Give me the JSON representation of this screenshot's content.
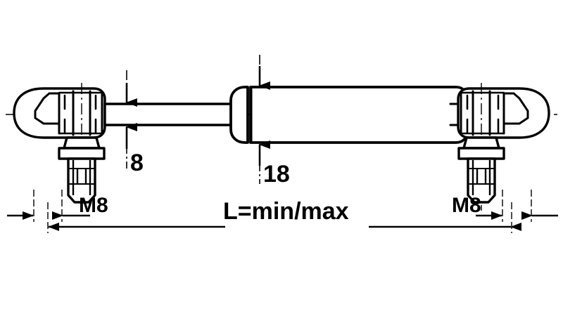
{
  "drawing": {
    "title": "Gas spring dimensional drawing",
    "background_color": "#ffffff",
    "line_color": "#000000",
    "dimensions": {
      "rod_diameter": {
        "label": "8",
        "name": "piston-rod-diameter",
        "unit_implied": "mm"
      },
      "cylinder_diameter": {
        "label": "18",
        "name": "cylinder-tube-diameter",
        "unit_implied": "mm"
      },
      "thread_left": {
        "label": "M8",
        "name": "left-stud-thread"
      },
      "thread_right": {
        "label": "M8",
        "name": "right-stud-thread"
      },
      "overall_length": {
        "label": "L=min/max",
        "name": "overall-length-dimension"
      }
    },
    "parts": {
      "left_ball_joint": "left-ball-joint-end-fitting",
      "left_stud": "left-threaded-stud",
      "piston_rod": "piston-rod",
      "cylinder": "cylinder-tube",
      "right_ball_joint": "right-ball-joint-end-fitting",
      "right_stud": "right-threaded-stud",
      "center_line": "horizontal-center-line"
    }
  }
}
